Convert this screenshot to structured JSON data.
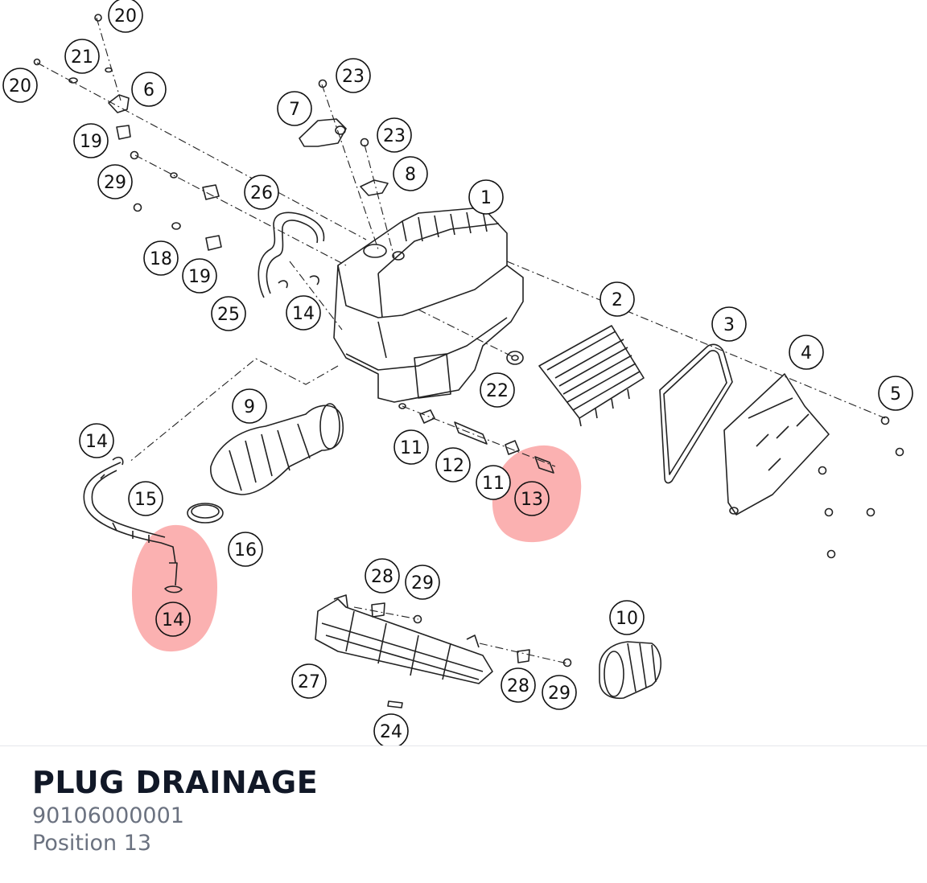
{
  "diagram": {
    "highlight_color": "#f87171",
    "callouts": [
      {
        "id": "c20a",
        "label": "20"
      },
      {
        "id": "c21",
        "label": "21"
      },
      {
        "id": "c20b",
        "label": "20"
      },
      {
        "id": "c6",
        "label": "6"
      },
      {
        "id": "c19a",
        "label": "19"
      },
      {
        "id": "c29a",
        "label": "29"
      },
      {
        "id": "c7",
        "label": "7"
      },
      {
        "id": "c23a",
        "label": "23"
      },
      {
        "id": "c23b",
        "label": "23"
      },
      {
        "id": "c8",
        "label": "8"
      },
      {
        "id": "c1",
        "label": "1"
      },
      {
        "id": "c26",
        "label": "26"
      },
      {
        "id": "c18",
        "label": "18"
      },
      {
        "id": "c19b",
        "label": "19"
      },
      {
        "id": "c25",
        "label": "25"
      },
      {
        "id": "c14a",
        "label": "14"
      },
      {
        "id": "c2",
        "label": "2"
      },
      {
        "id": "c3",
        "label": "3"
      },
      {
        "id": "c4",
        "label": "4"
      },
      {
        "id": "c5",
        "label": "5"
      },
      {
        "id": "c22",
        "label": "22"
      },
      {
        "id": "c9",
        "label": "9"
      },
      {
        "id": "c14b",
        "label": "14"
      },
      {
        "id": "c11a",
        "label": "11"
      },
      {
        "id": "c12",
        "label": "12"
      },
      {
        "id": "c11b",
        "label": "11"
      },
      {
        "id": "c13",
        "label": "13"
      },
      {
        "id": "c15",
        "label": "15"
      },
      {
        "id": "c16",
        "label": "16"
      },
      {
        "id": "c14c",
        "label": "14"
      },
      {
        "id": "c28a",
        "label": "28"
      },
      {
        "id": "c29b",
        "label": "29"
      },
      {
        "id": "c10",
        "label": "10"
      },
      {
        "id": "c27",
        "label": "27"
      },
      {
        "id": "c28b",
        "label": "28"
      },
      {
        "id": "c29c",
        "label": "29"
      },
      {
        "id": "c24",
        "label": "24"
      }
    ],
    "highlighted_positions": [
      "13",
      "14"
    ]
  },
  "part": {
    "title": "PLUG DRAINAGE",
    "number": "90106000001",
    "position_label": "Position 13"
  }
}
